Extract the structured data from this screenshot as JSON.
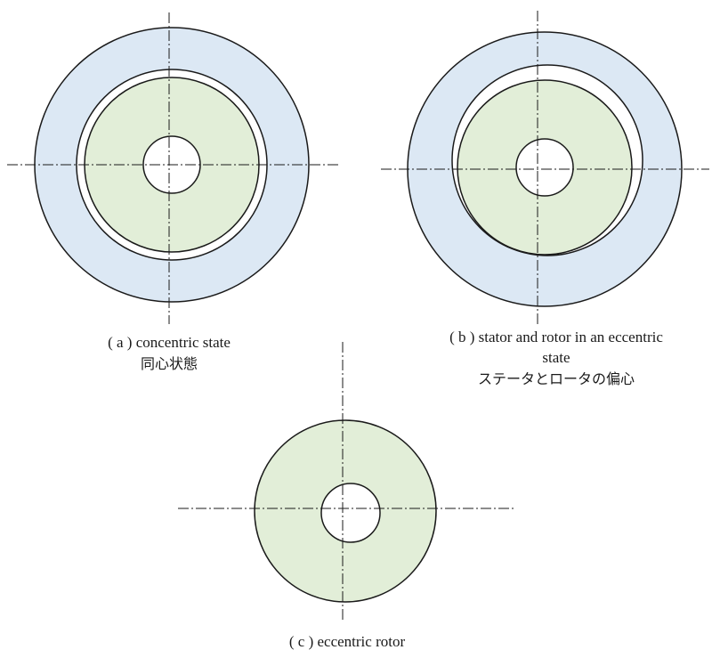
{
  "colors": {
    "stator": "#dce8f4",
    "rotor": "#e2eed8",
    "outline": "#1a1a1a",
    "background": "#ffffff"
  },
  "diagrams": [
    {
      "id": "a",
      "caption_en": "( a ) concentric state",
      "caption_jp": "同心状態"
    },
    {
      "id": "b",
      "caption_en_line1": "( b ) stator and rotor in an eccentric",
      "caption_en_line2": "state",
      "caption_jp": "ステータとロータの偏心"
    },
    {
      "id": "c",
      "caption_en": "( c ) eccentric rotor"
    }
  ]
}
